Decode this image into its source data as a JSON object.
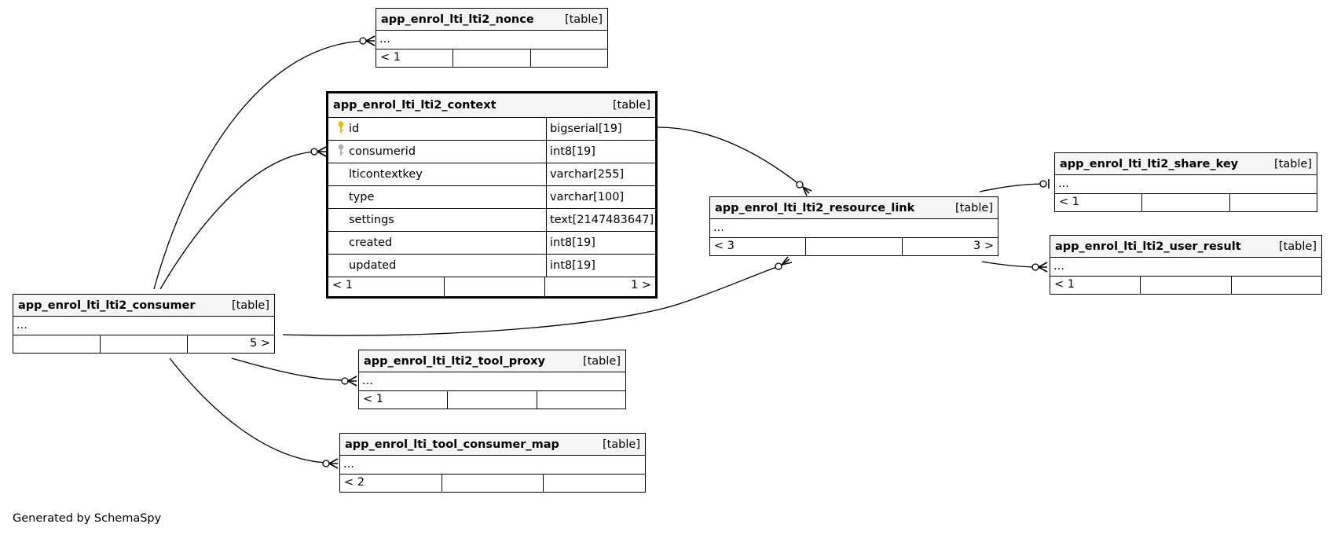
{
  "tables": {
    "nonce": {
      "name": "app_enrol_lti_lti2_nonce",
      "tag": "[table]",
      "ellipsis": "...",
      "foot": [
        "< 1",
        "",
        ""
      ]
    },
    "context": {
      "name": "app_enrol_lti_lti2_context",
      "tag": "[table]",
      "columns": [
        {
          "name": "id",
          "type": "bigserial[19]",
          "key": "primary"
        },
        {
          "name": "consumerid",
          "type": "int8[19]",
          "key": "foreign"
        },
        {
          "name": "lticontextkey",
          "type": "varchar[255]",
          "key": ""
        },
        {
          "name": "type",
          "type": "varchar[100]",
          "key": ""
        },
        {
          "name": "settings",
          "type": "text[2147483647]",
          "key": ""
        },
        {
          "name": "created",
          "type": "int8[19]",
          "key": ""
        },
        {
          "name": "updated",
          "type": "int8[19]",
          "key": ""
        }
      ],
      "foot": [
        "< 1",
        "",
        "1 >"
      ]
    },
    "share_key": {
      "name": "app_enrol_lti_lti2_share_key",
      "tag": "[table]",
      "ellipsis": "...",
      "foot": [
        "< 1",
        "",
        ""
      ]
    },
    "resource_link": {
      "name": "app_enrol_lti_lti2_resource_link",
      "tag": "[table]",
      "ellipsis": "...",
      "foot": [
        "< 3",
        "",
        "3 >"
      ]
    },
    "user_result": {
      "name": "app_enrol_lti_lti2_user_result",
      "tag": "[table]",
      "ellipsis": "...",
      "foot": [
        "< 1",
        "",
        ""
      ]
    },
    "consumer": {
      "name": "app_enrol_lti_lti2_consumer",
      "tag": "[table]",
      "ellipsis": "...",
      "foot": [
        "",
        "",
        "5 >"
      ]
    },
    "tool_proxy": {
      "name": "app_enrol_lti_lti2_tool_proxy",
      "tag": "[table]",
      "ellipsis": "...",
      "foot": [
        "< 1",
        "",
        ""
      ]
    },
    "tool_consumer_map": {
      "name": "app_enrol_lti_tool_consumer_map",
      "tag": "[table]",
      "ellipsis": "...",
      "foot": [
        "< 2",
        "",
        ""
      ]
    }
  },
  "footer_text": "Generated by SchemaSpy",
  "colors": {
    "primary_key": "#e0c000",
    "foreign_key": "#b0b0b0",
    "header_bg": "#f5f5f5"
  }
}
